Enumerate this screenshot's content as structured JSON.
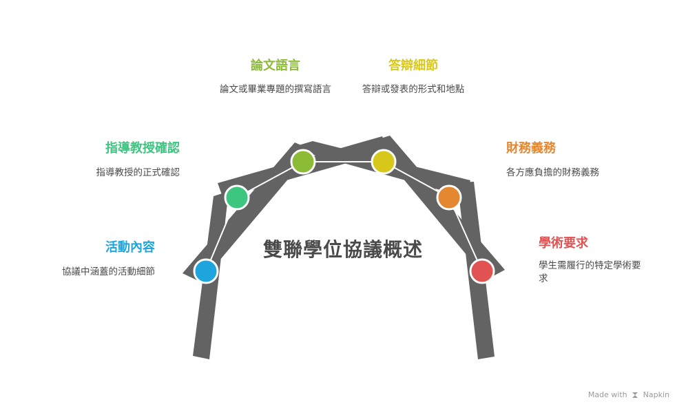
{
  "diagram": {
    "title": "雙聯學位協議概述",
    "items": [
      {
        "id": "activity",
        "title": "活動內容",
        "desc": "協議中涵蓋的活動細節",
        "color": "#1fa5dd"
      },
      {
        "id": "advisor",
        "title": "指導教授確認",
        "desc": "指導教授的正式確認",
        "color": "#3cc67f"
      },
      {
        "id": "language",
        "title": "論文語言",
        "desc": "論文或畢業專題的撰寫語言",
        "color": "#8cbb36"
      },
      {
        "id": "defense",
        "title": "答辯細節",
        "desc": "答辯或發表的形式和地點",
        "color": "#d8c81c"
      },
      {
        "id": "finance",
        "title": "財務義務",
        "desc": "各方應負擔的財務義務",
        "color": "#e38730"
      },
      {
        "id": "academic",
        "title": "學術要求",
        "desc": "學生需履行的特定學術要求",
        "color": "#e05352"
      }
    ]
  },
  "footer": {
    "made_with": "Made with",
    "brand": "Napkin"
  }
}
